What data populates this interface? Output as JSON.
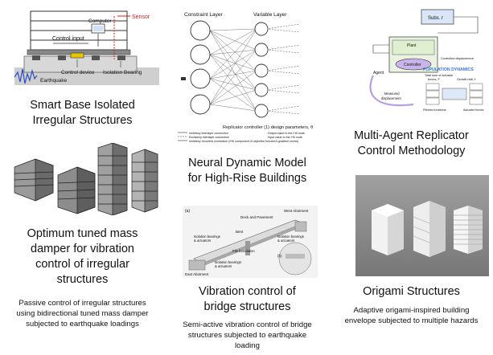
{
  "cards": [
    {
      "title_lines": [
        "Smart Base Isolated",
        "Irregular Structures"
      ],
      "figure": {
        "labels": {
          "sensor": "Sensor",
          "computer": "Computer",
          "control_input": "Control input",
          "earthquake": "Earthquake",
          "control_device": "Control device",
          "isolation_bearing": "Isolation Bearing"
        }
      }
    },
    {
      "title_lines": [
        "Neural Dynamic Model",
        "for High-Rise Buildings"
      ],
      "figure": {
        "labels": {
          "constraint_layer": "Constraint Layer",
          "variable_layer": "Variable Layer",
          "replicator_caption": "Replicator controller (1) design parameters, θ"
        },
        "legend": [
          "Inhibitory interlayer connection",
          "Excitatory interlayer connection",
          "Inhibitory recurrent connection (f^th component of objective function's gradient vector)",
          "Output value to the i^th node",
          "Input value to the i^th node"
        ]
      }
    },
    {
      "title_lines": [
        "Multi-Agent Replicator",
        "Control Methodology"
      ],
      "figure": {
        "labels": {
          "subs": "Subs. r",
          "plant": "Plant",
          "controller": "Controller",
          "agent": "Agent",
          "population_dynamics": "POPULATION DYNAMICS",
          "total_sum": "Total sum of actuator",
          "forces": "forces, F",
          "growth_rate": "Growth rate, f",
          "measured": "Measured",
          "displacement": "displacement",
          "controlled_displacement": "Controlled displacement",
          "fitness_functions": "Fitness functions",
          "actuator_forces": "Actuator forces"
        }
      }
    },
    {
      "title_lines": [
        "Optimum tuned mass",
        "damper for vibration",
        "control of irregular",
        "structures"
      ],
      "desc_lines": [
        "Passive control of irregular structures",
        "using bidirectional tuned mass damper",
        "subjected to earthquake loadings"
      ]
    },
    {
      "title_lines": [
        "Vibration control of",
        "bridge structures"
      ],
      "desc_lines": [
        "Semi-active vibration control of bridge",
        "structures subjected to earthquake",
        "loading"
      ],
      "figure": {
        "labels": {
          "panel_a": "(a)",
          "panel_b": "(b)",
          "west_abutment": "West Abutment",
          "deck": "Deck and Pavement",
          "bent": "Bent",
          "iso_left": "Isolation bearings",
          "actuators": "& actuators",
          "iso_right": "Isolation bearings",
          "iso_bottom": "Isolation bearings",
          "pile": "Pile foundation",
          "east_abutment": "East Abutment"
        }
      }
    },
    {
      "title_lines": [
        "Origami Structures"
      ],
      "desc_lines": [
        "Adaptive origami-inspired building",
        "envelope subjected to multiple hazards"
      ]
    }
  ],
  "colors": {
    "text": "#111111",
    "ground": "#c9c9c9",
    "seismic": "#2a4fc4",
    "sensor_red": "#d02020",
    "population_blue": "#3a78c8",
    "plant_green": "#dff0d0",
    "controller_purple": "#c9b4ec"
  }
}
